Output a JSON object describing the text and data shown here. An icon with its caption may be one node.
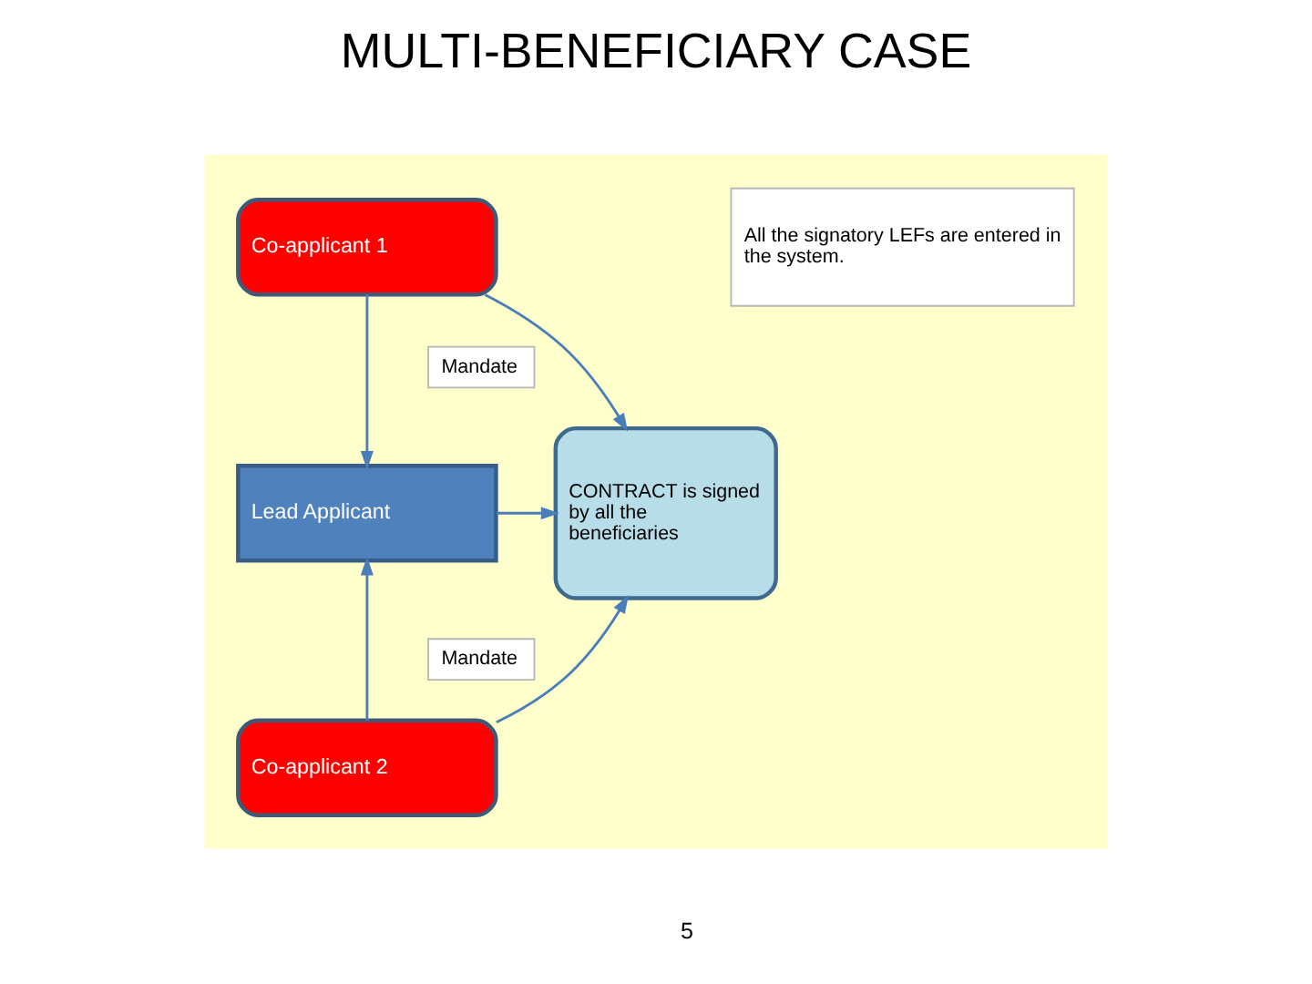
{
  "diagram": {
    "title": "MULTI-BENEFICIARY CASE",
    "nodes": [
      {
        "text": [],
        "shape": "box"
      },
      {
        "text": [
          "All the signatory LEFs are entered in the system."
        ],
        "in": 0
      },
      {
        "text": [
          "Co-applicant 1"
        ],
        "in": 0
      },
      {
        "text": [
          "Mandate"
        ],
        "in": 0
      },
      {
        "text": [
          "CONTRACT is signed by all the beneficiaries"
        ],
        "in": 0
      },
      {
        "text": [
          "Lead Applicant"
        ],
        "in": 0
      },
      {
        "text": [
          "Mandate"
        ],
        "in": 0
      },
      {
        "text": [
          "Co-applicant 2"
        ],
        "in": 0
      }
    ],
    "edges": [
      {
        "from": 2,
        "to": 5,
        "arrow": "to"
      },
      {
        "from": 2,
        "to": 4,
        "arrow": "to"
      },
      {
        "from": 5,
        "to": 4,
        "arrow": "to"
      },
      {
        "from": 7,
        "to": 5,
        "arrow": "to"
      },
      {
        "from": 7,
        "to": 4,
        "arrow": "to"
      }
    ],
    "labels": [
      "5"
    ]
  }
}
